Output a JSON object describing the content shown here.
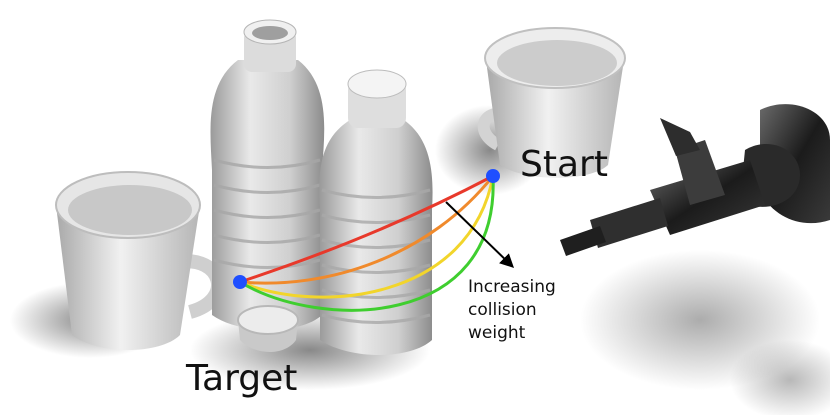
{
  "labels": {
    "start": "Start",
    "target": "Target",
    "arrow_line1": "Increasing",
    "arrow_line2": "collision",
    "arrow_line3": "weight"
  },
  "colors": {
    "path_low": "#e8392b",
    "path_mid1": "#f08a2c",
    "path_mid2": "#f2d52b",
    "path_high": "#3fce2f",
    "waypoint": "#1f4fff",
    "arrow": "#000000"
  },
  "objects": [
    "mug-left",
    "bottle-back",
    "bottle-front",
    "mug-right",
    "cap",
    "robot-arm"
  ]
}
